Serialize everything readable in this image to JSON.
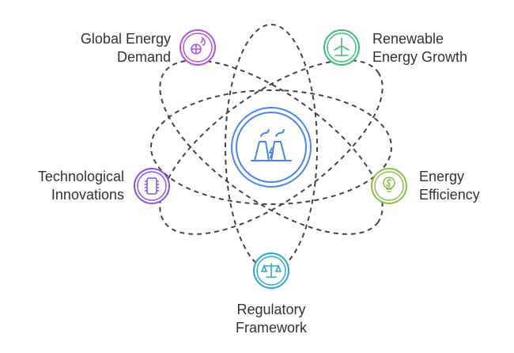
{
  "center": {
    "icon": "power-plant-icon",
    "color": "#4a86e8"
  },
  "nodes": [
    {
      "id": "global-energy-demand",
      "lines": [
        "Global Energy",
        "Demand"
      ],
      "icon": "globe-flame-icon",
      "color": "#b455e0"
    },
    {
      "id": "renewable-energy-growth",
      "lines": [
        "Renewable",
        "Energy Growth"
      ],
      "icon": "wind-turbine-icon",
      "color": "#3cbf7a"
    },
    {
      "id": "energy-efficiency",
      "lines": [
        "Energy",
        "Efficiency"
      ],
      "icon": "lightbulb-dollar-icon",
      "color": "#8cc04a"
    },
    {
      "id": "regulatory-framework",
      "lines": [
        "Regulatory",
        "Framework"
      ],
      "icon": "scales-icon",
      "color": "#2fa8d0"
    },
    {
      "id": "technological-innovations",
      "lines": [
        "Technological",
        "Innovations"
      ],
      "icon": "chip-icon",
      "color": "#8a55e0"
    }
  ]
}
